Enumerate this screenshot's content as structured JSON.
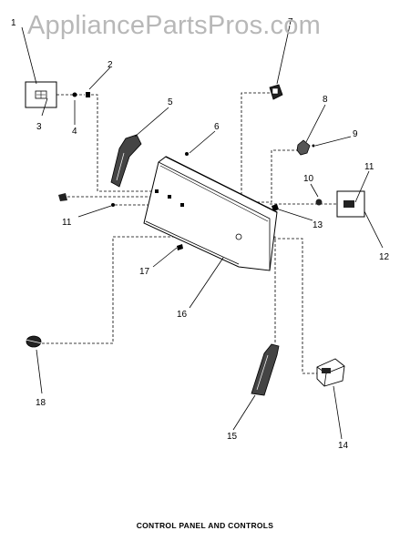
{
  "watermark": "AppliancePartsPros.com",
  "caption": "CONTROL PANEL AND CONTROLS",
  "callouts": [
    "1",
    "2",
    "3",
    "4",
    "5",
    "6",
    "7",
    "8",
    "9",
    "10",
    "11",
    "11",
    "12",
    "13",
    "14",
    "15",
    "16",
    "17",
    "18"
  ]
}
